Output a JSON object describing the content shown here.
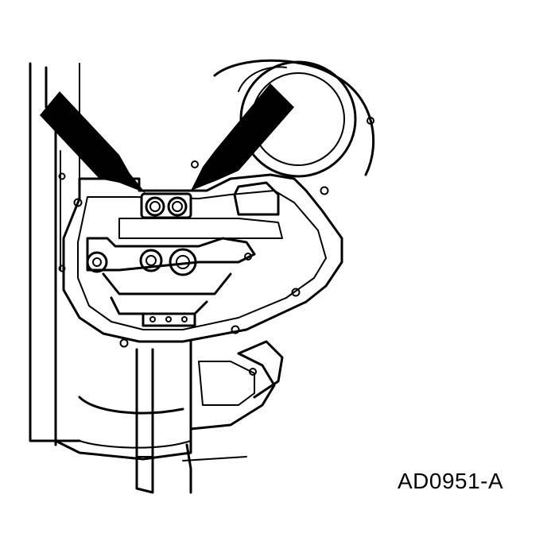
{
  "figure": {
    "id_label": "AD0951-A"
  },
  "colors": {
    "line": "#000000",
    "background": "#ffffff"
  },
  "callouts": [
    {
      "name": "left-arrow",
      "points_to": "left-seal"
    },
    {
      "name": "right-arrow",
      "points_to": "right-seal"
    }
  ]
}
